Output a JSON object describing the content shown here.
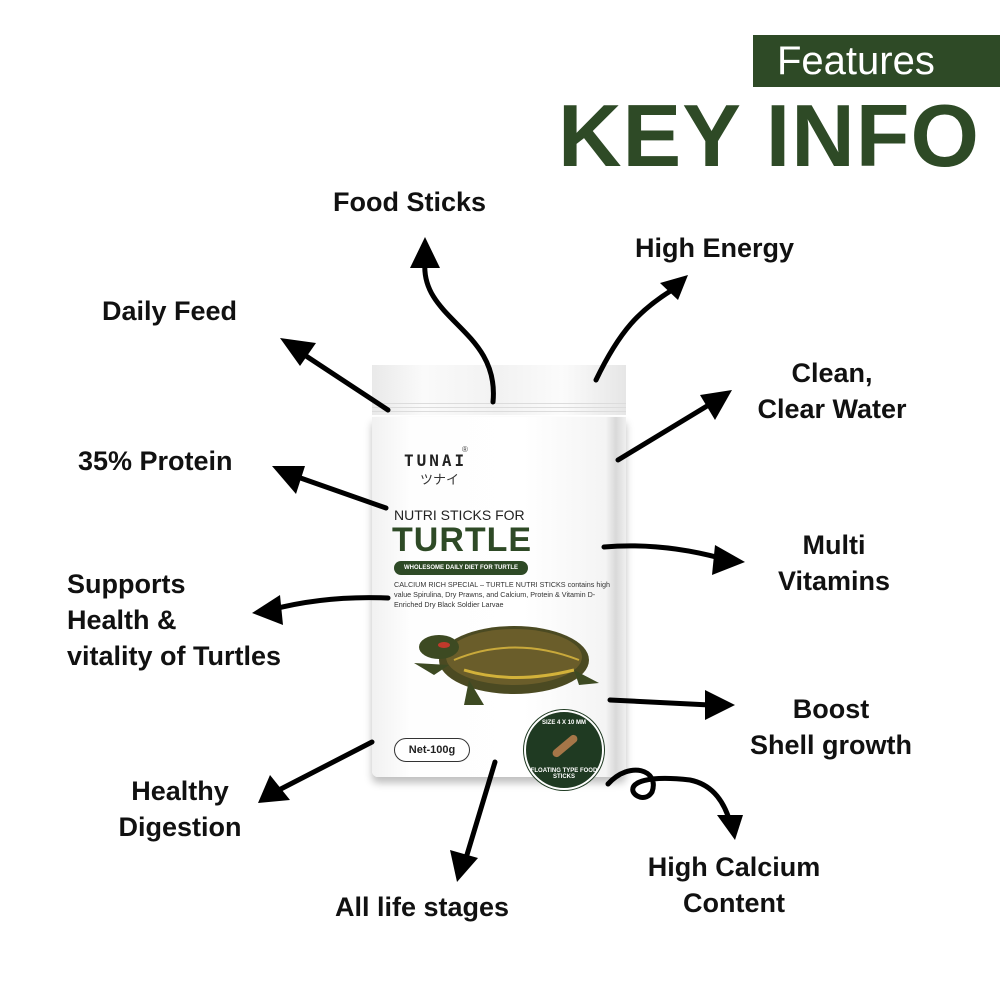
{
  "header": {
    "badge": "Features",
    "title": "KEY INFO"
  },
  "colors": {
    "brand_green": "#2e4a26",
    "text": "#111111",
    "background": "#ffffff"
  },
  "features": {
    "food_sticks": "Food Sticks",
    "high_energy": "High Energy",
    "daily_feed": "Daily Feed",
    "clean_water_1": "Clean,",
    "clean_water_2": "Clear Water",
    "protein": "35% Protein",
    "multi_1": "Multi",
    "multi_2": "Vitamins",
    "supports_1": "Supports",
    "supports_2": "Health &",
    "supports_3": "vitality of Turtles",
    "shell_1": "Boost",
    "shell_2": "Shell growth",
    "digestion_1": "Healthy",
    "digestion_2": "Digestion",
    "calcium_1": "High Calcium",
    "calcium_2": "Content",
    "life_stages": "All life stages"
  },
  "product": {
    "brand": "TUNAI",
    "brand_reg": "®",
    "brand_jp": "ツナイ",
    "subtitle": "NUTRI STICKS FOR",
    "name": "TURTLE",
    "tagline": "WHOLESOME DAILY DIET FOR TURTLE",
    "description": "CALCIUM RICH SPECIAL – TURTLE NUTRI STICKS contains high value Spirulina, Dry Prawns, and Calcium, Protein & Vitamin D-Enriched Dry Black Soldier Larvae",
    "net_weight": "Net-100g",
    "seal_top": "SIZE 4 X 10 MM",
    "seal_bottom": "FLOATING TYPE FOOD STICKS"
  }
}
